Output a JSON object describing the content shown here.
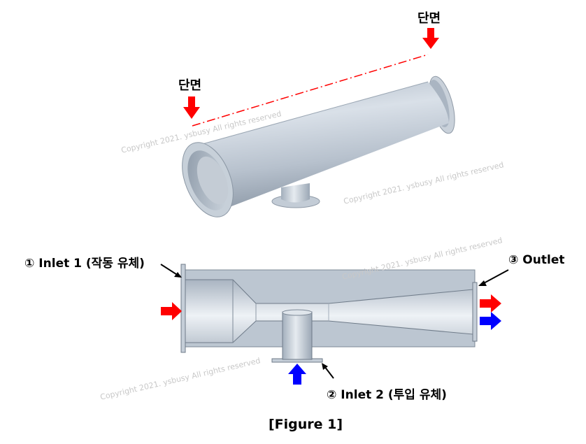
{
  "labels": {
    "section_top_right": "단면",
    "section_left": "단면",
    "inlet1": "① Inlet 1 (작동 유체)",
    "outlet": "③ Outlet",
    "inlet2": "② Inlet 2 (투입 유체)",
    "caption": "[Figure 1]"
  },
  "watermarks": [
    "Copyright 2021. ysbusy All rights reserved",
    "Copyright 2021. ysbusy All rights reserved",
    "Copyright 2021. ysbusy All rights reserved",
    "Copyright 2021. ysbusy All rights reserved"
  ],
  "colors": {
    "red_arrow": "#ff0000",
    "blue_arrow": "#0000ff",
    "metal": "#b4bfcb"
  }
}
